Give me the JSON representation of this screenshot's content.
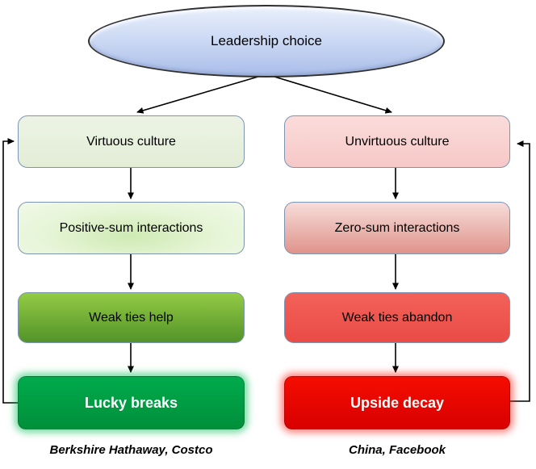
{
  "diagram": {
    "root": {
      "label": "Leadership choice"
    },
    "columns": [
      {
        "id": "virtuous-path",
        "nodes": [
          {
            "label": "Virtuous culture"
          },
          {
            "label": "Positive-sum interactions"
          },
          {
            "label": "Weak ties help"
          },
          {
            "label": "Lucky breaks"
          }
        ],
        "caption": "Berkshire Hathaway, Costco",
        "accent": "#00a347"
      },
      {
        "id": "unvirtuous-path",
        "nodes": [
          {
            "label": "Unvirtuous culture"
          },
          {
            "label": "Zero-sum interactions"
          },
          {
            "label": "Weak ties abandon"
          },
          {
            "label": "Upside decay"
          }
        ],
        "caption": "China, Facebook",
        "accent": "#e80000"
      }
    ],
    "colors": {
      "ellipse_fill_top": "#e9f0fc",
      "ellipse_fill_bottom": "#a9bde8",
      "virtuous_fill": "#e8f0df",
      "positive_sum_center": "#cfeab3",
      "positive_sum_edge": "#f1f9e9",
      "weak_ties_help_top": "#93cb44",
      "weak_ties_help_bottom": "#539329",
      "lucky_breaks_fill": "#00a347",
      "unvirtuous_fill": "#f9d4d3",
      "zero_sum_top": "#f7ddda",
      "zero_sum_bottom": "#df938b",
      "weak_ties_abandon_fill": "#ee544e",
      "upside_decay_fill": "#e80000",
      "box_border": "#7d95b4",
      "arrow": "#000000"
    }
  }
}
